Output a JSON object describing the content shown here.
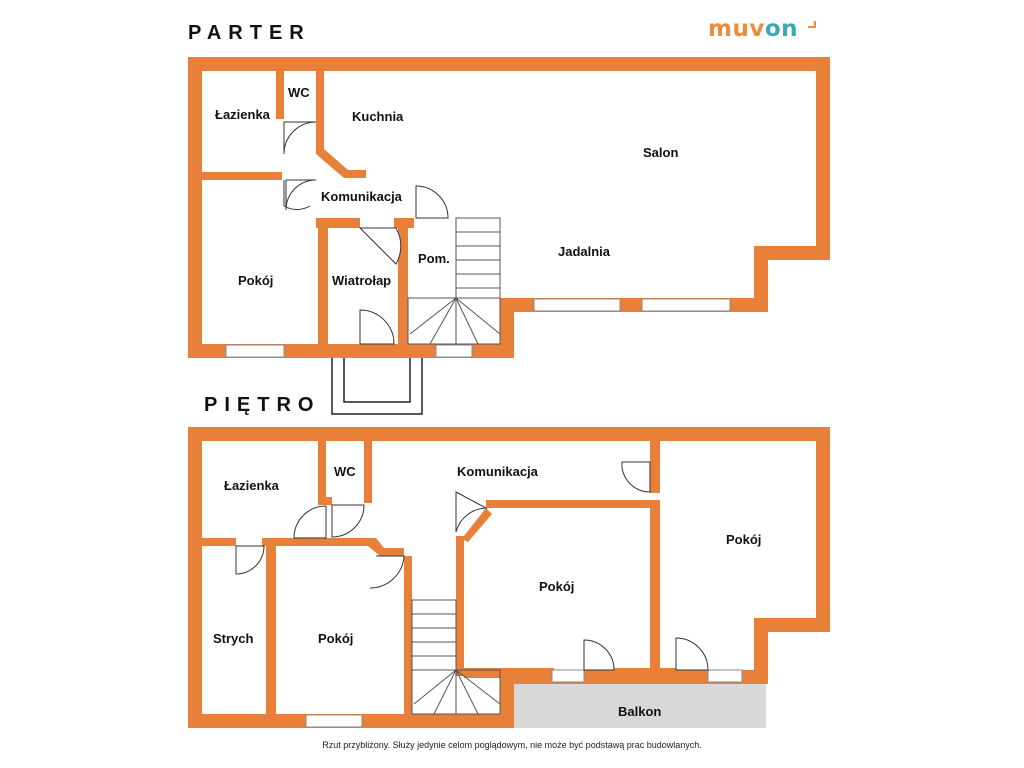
{
  "logo": {
    "part1": "muv",
    "part2": "on",
    "accent_color": "#f08a3c",
    "secondary_color": "#3aa8b8"
  },
  "colors": {
    "wall": "#e8803a",
    "balcony": "#d8d8d8"
  },
  "floors": [
    {
      "title": "PARTER",
      "rooms": [
        "Łazienka",
        "WC",
        "Kuchnia",
        "Salon",
        "Komunikacja",
        "Pom.",
        "Jadalnia",
        "Pokój",
        "Wiatrołap"
      ]
    },
    {
      "title": "PIĘTRO",
      "rooms": [
        "Łazienka",
        "WC",
        "Komunikacja",
        "Pokój",
        "Pokój",
        "Strych",
        "Pokój",
        "Balkon"
      ]
    }
  ],
  "disclaimer": "Rzut przybliżony. Służy jedynie celom poglądowym, nie może być podstawą prac budowlanych."
}
